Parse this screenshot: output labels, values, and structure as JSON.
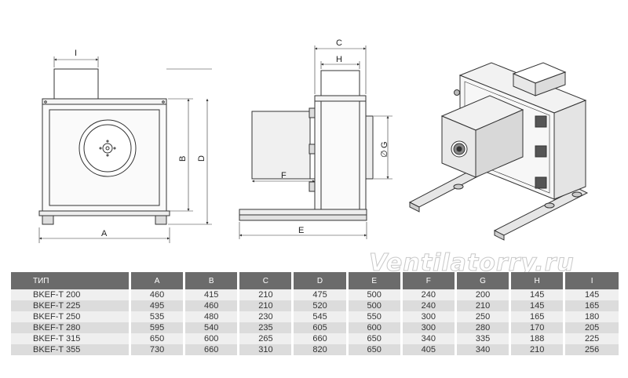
{
  "dimension_labels": {
    "front_width": "A",
    "front_height_inner": "B",
    "front_height_outer": "D",
    "front_inlet": "I",
    "side_depth": "C",
    "side_inlet": "H",
    "side_motor": "F",
    "side_base": "E",
    "side_outlet": "G",
    "outlet_symbol": "∅"
  },
  "watermark": "Ventilatorry.ru",
  "table": {
    "headers": [
      "ТИП",
      "A",
      "B",
      "C",
      "D",
      "E",
      "F",
      "G",
      "H",
      "I"
    ],
    "rows": [
      [
        "BKEF-T 200",
        "460",
        "415",
        "210",
        "475",
        "500",
        "240",
        "200",
        "145",
        "145"
      ],
      [
        "BKEF-T 225",
        "495",
        "460",
        "210",
        "520",
        "500",
        "240",
        "210",
        "145",
        "165"
      ],
      [
        "BKEF-T 250",
        "535",
        "480",
        "230",
        "545",
        "550",
        "300",
        "250",
        "165",
        "180"
      ],
      [
        "BKEF-T 280",
        "595",
        "540",
        "235",
        "605",
        "600",
        "300",
        "280",
        "170",
        "205"
      ],
      [
        "BKEF-T 315",
        "650",
        "600",
        "265",
        "660",
        "650",
        "340",
        "335",
        "188",
        "225"
      ],
      [
        "BKEF-T 355",
        "730",
        "660",
        "310",
        "820",
        "650",
        "405",
        "340",
        "210",
        "256"
      ]
    ]
  }
}
